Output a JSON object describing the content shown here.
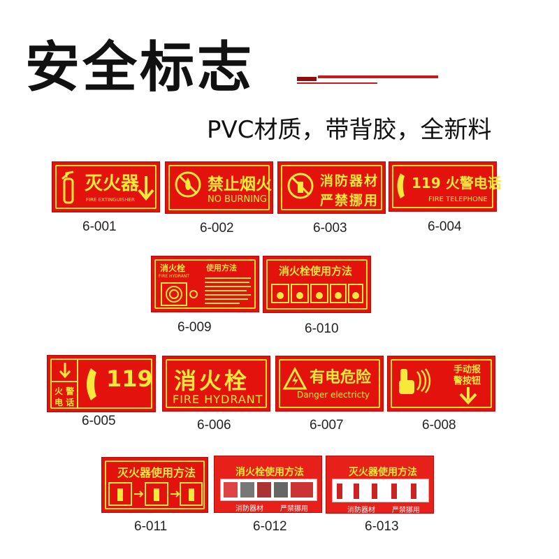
{
  "page": {
    "title": "安全标志",
    "subtitle": "PVC材质，带背胶，全新料"
  },
  "signs": [
    {
      "code": "6-001",
      "line1": "灭火器",
      "line2": "FIRE EXTINGUISHER",
      "icon": "fire-extinguisher-icon"
    },
    {
      "code": "6-002",
      "line1": "禁止烟火",
      "line2": "NO BURNING",
      "icon": "no-fire-icon"
    },
    {
      "code": "6-003",
      "line1": "消防器材",
      "line2": "严禁挪用",
      "icon": "no-moving-equipment-icon"
    },
    {
      "code": "6-004",
      "line1": "119 火警电话",
      "line2": "FIRE TELEPHONE",
      "icon": "telephone-icon"
    },
    {
      "code": "6-009",
      "line1": "消火栓",
      "line2": "FIRE HYDRANT",
      "line3": "使用方法",
      "icon": "hose-reel-icon"
    },
    {
      "code": "6-010",
      "line1": "消火栓使用方法",
      "icon": "usage-steps-icon"
    },
    {
      "code": "6-005",
      "line1": "119",
      "line2": "火 警",
      "line3": "电 话",
      "icon": "telephone-icon"
    },
    {
      "code": "6-006",
      "line1": "消火栓",
      "line2": "FIRE HYDRANT"
    },
    {
      "code": "6-007",
      "line1": "有电危险",
      "line2": "Danger electricty",
      "icon": "high-voltage-icon"
    },
    {
      "code": "6-008",
      "line1": "手动报",
      "line2": "警按钮",
      "icon": "alarm-button-icon"
    },
    {
      "code": "6-011",
      "line1": "灭火器使用方法",
      "icon": "usage-steps-icon"
    },
    {
      "code": "6-012",
      "line1": "消火栓使用方法",
      "line2": "消防器材",
      "line3": "严禁挪用"
    },
    {
      "code": "6-013",
      "line1": "灭火器使用方法",
      "line2": "消防器材",
      "line3": "严禁挪用"
    }
  ],
  "colors": {
    "sign_red": "#e4120c",
    "sign_yellow": "#f7e83a",
    "title": "#111111",
    "accent": "#c71a1a"
  }
}
